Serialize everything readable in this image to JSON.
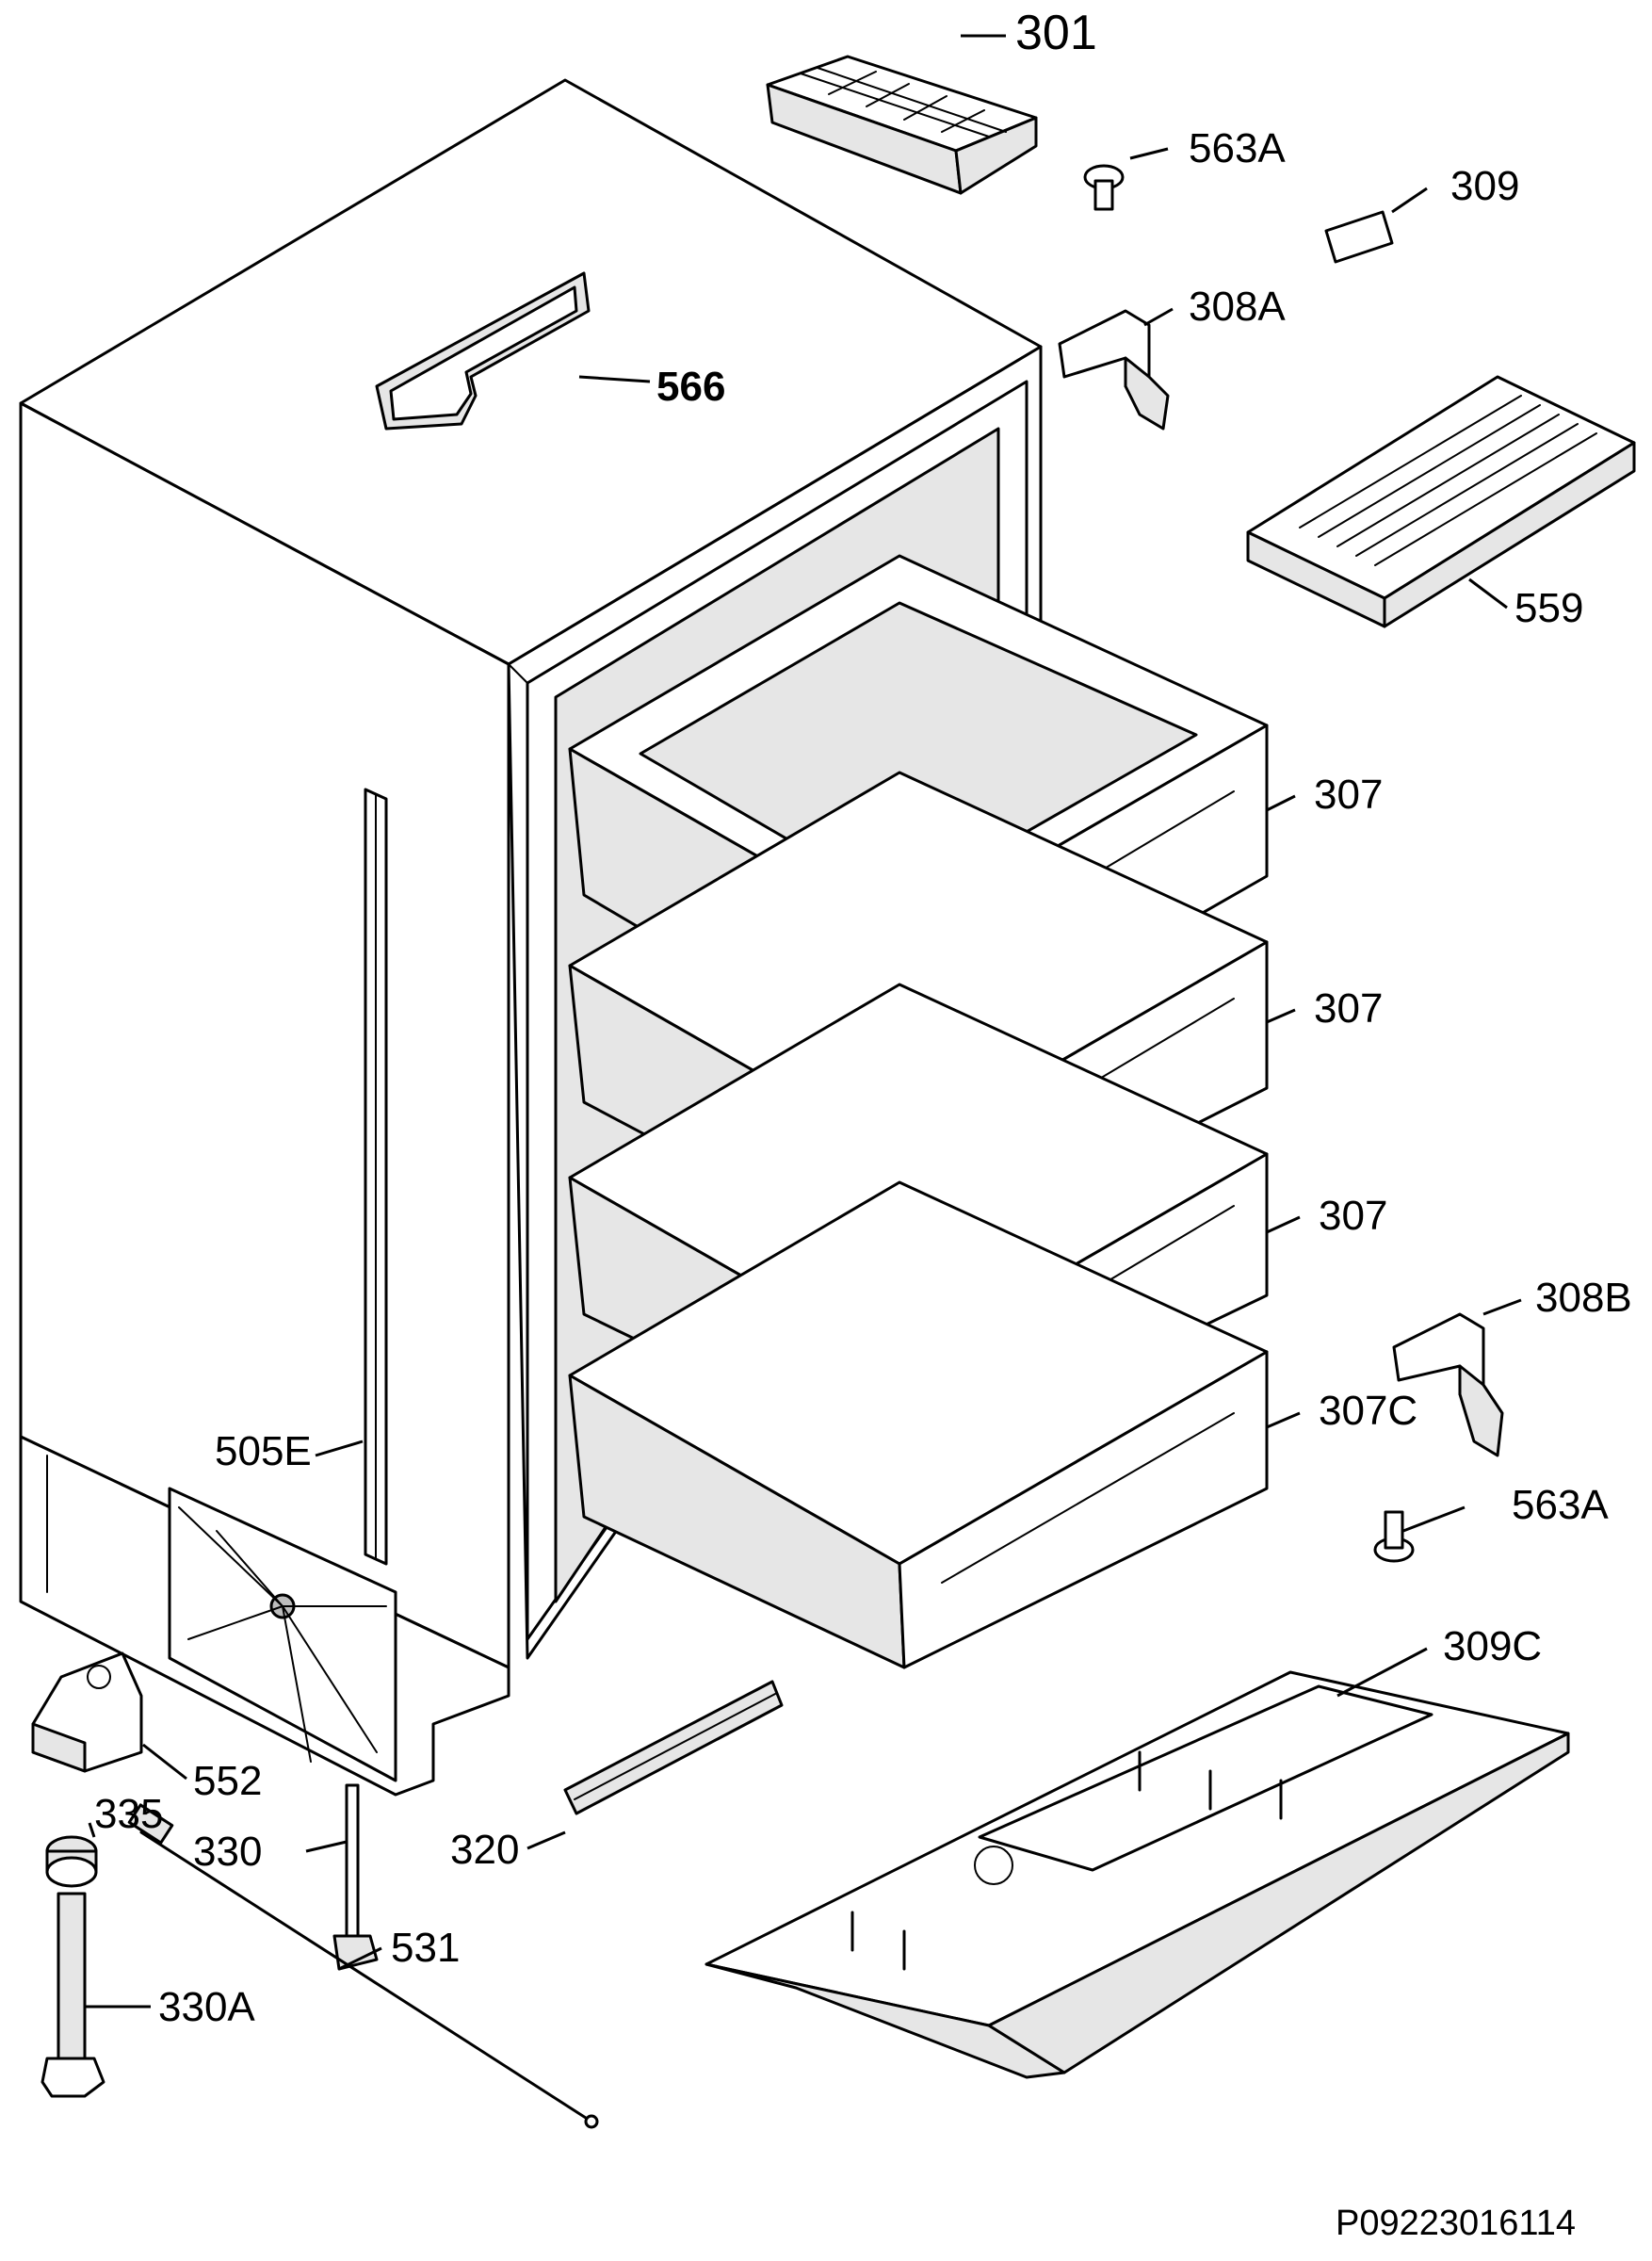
{
  "document_code": "P09223016114",
  "callouts": [
    {
      "id": "301",
      "text": "301",
      "bold": false
    },
    {
      "id": "563A_top",
      "text": "563A",
      "bold": false
    },
    {
      "id": "309",
      "text": "309",
      "bold": false
    },
    {
      "id": "308A",
      "text": "308A",
      "bold": false
    },
    {
      "id": "566",
      "text": "566",
      "bold": true
    },
    {
      "id": "559",
      "text": "559",
      "bold": false
    },
    {
      "id": "307_1",
      "text": "307",
      "bold": false
    },
    {
      "id": "307_2",
      "text": "307",
      "bold": false
    },
    {
      "id": "307_3",
      "text": "307",
      "bold": false
    },
    {
      "id": "308B",
      "text": "308B",
      "bold": false
    },
    {
      "id": "307C",
      "text": "307C",
      "bold": false
    },
    {
      "id": "505E",
      "text": "505E",
      "bold": false
    },
    {
      "id": "563A_bottom",
      "text": "563A",
      "bold": false
    },
    {
      "id": "309C",
      "text": "309C",
      "bold": false
    },
    {
      "id": "552",
      "text": "552",
      "bold": false
    },
    {
      "id": "335",
      "text": "335",
      "bold": false
    },
    {
      "id": "330",
      "text": "330",
      "bold": false
    },
    {
      "id": "320",
      "text": "320",
      "bold": false
    },
    {
      "id": "531",
      "text": "531",
      "bold": false
    },
    {
      "id": "330A",
      "text": "330A",
      "bold": false
    }
  ]
}
